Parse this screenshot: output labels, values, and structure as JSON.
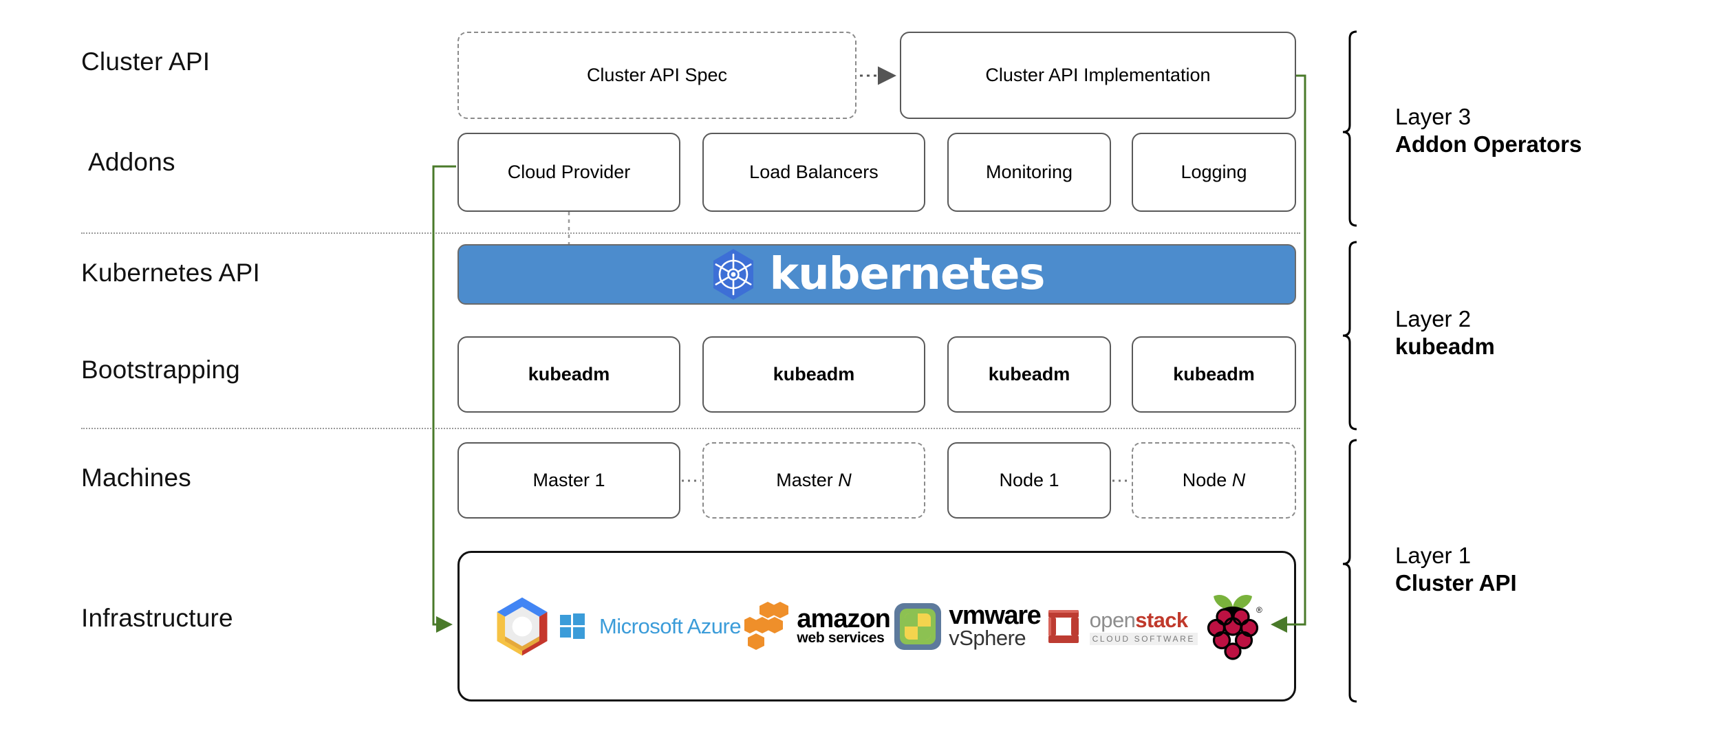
{
  "diagram": {
    "title": "Kubernetes Cluster API layered architecture",
    "accent_green": "#4a7a2a",
    "k8s_banner_bg": "#4c8ccd",
    "k8s_logo_blue": "#3d6fd6",
    "border_gray": "#595959",
    "dashed_gray": "#8a8a8a"
  },
  "row_labels": [
    {
      "id": "cluster-api",
      "text": "Cluster API"
    },
    {
      "id": "addons",
      "text": "Addons"
    },
    {
      "id": "kubernetes-api",
      "text": "Kubernetes API"
    },
    {
      "id": "bootstrapping",
      "text": "Bootstrapping"
    },
    {
      "id": "machines",
      "text": "Machines"
    },
    {
      "id": "infrastructure",
      "text": "Infrastructure"
    }
  ],
  "cluster_api_row": {
    "spec_box": {
      "label": "Cluster API Spec",
      "style": "dashed"
    },
    "impl_box": {
      "label": "Cluster API Implementation",
      "style": "solid"
    },
    "connector": "dotted-arrow-right"
  },
  "addons_row": {
    "boxes": [
      {
        "label": "Cloud Provider"
      },
      {
        "label": "Load Balancers"
      },
      {
        "label": "Monitoring"
      },
      {
        "label": "Logging"
      }
    ]
  },
  "kubernetes_banner": {
    "wordmark": "kubernetes",
    "logo_name": "kubernetes-helm-wheel-icon"
  },
  "bootstrapping_row": {
    "boxes": [
      {
        "label": "kubeadm"
      },
      {
        "label": "kubeadm"
      },
      {
        "label": "kubeadm"
      },
      {
        "label": "kubeadm"
      }
    ]
  },
  "machines_row": {
    "boxes": [
      {
        "label": "Master 1",
        "style": "solid",
        "italic_suffix": ""
      },
      {
        "label": "Master ",
        "style": "dashed",
        "italic_suffix": "N"
      },
      {
        "label": "Node 1",
        "style": "solid",
        "italic_suffix": ""
      },
      {
        "label": "Node ",
        "style": "dashed",
        "italic_suffix": "N"
      }
    ],
    "connectors": [
      "dotted",
      "dotted"
    ]
  },
  "infrastructure_row": {
    "providers": [
      {
        "id": "google-cloud-platform",
        "name": "Google Cloud Platform"
      },
      {
        "id": "microsoft-azure",
        "name": "Microsoft Azure"
      },
      {
        "id": "amazon-web-services",
        "name_line1": "amazon",
        "name_line2": "web services"
      },
      {
        "id": "vmware-vsphere",
        "name_line1": "vmware",
        "name_line2": "vSphere"
      },
      {
        "id": "openstack",
        "name_part1": "open",
        "name_part2": "stack",
        "tagline": "CLOUD SOFTWARE"
      },
      {
        "id": "raspberry-pi",
        "name": "Raspberry Pi"
      }
    ]
  },
  "layers": [
    {
      "id": "layer-3",
      "line1": "Layer 3",
      "line2": "Addon Operators"
    },
    {
      "id": "layer-2",
      "line1": "Layer 2",
      "line2": "kubeadm"
    },
    {
      "id": "layer-1",
      "line1": "Layer 1",
      "line2": "Cluster API"
    }
  ]
}
